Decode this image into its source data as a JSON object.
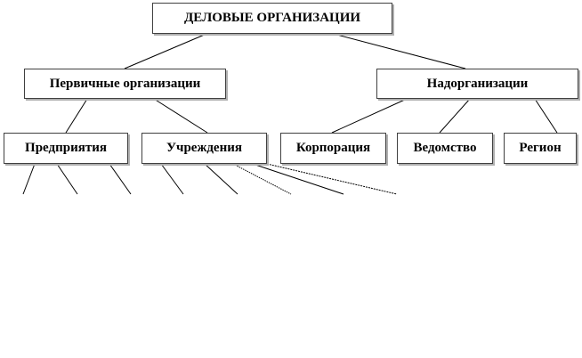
{
  "diagram": {
    "root": {
      "label": "ДЕЛОВЫЕ ОРГАНИЗАЦИИ"
    },
    "level2": [
      {
        "label": "Первичные организации"
      },
      {
        "label": "Надорганизации"
      }
    ],
    "level3": [
      {
        "label": "Предприятия"
      },
      {
        "label": "Учреждения"
      },
      {
        "label": "Корпорация"
      },
      {
        "label": "Ведомство"
      },
      {
        "label": "Регион"
      }
    ]
  }
}
